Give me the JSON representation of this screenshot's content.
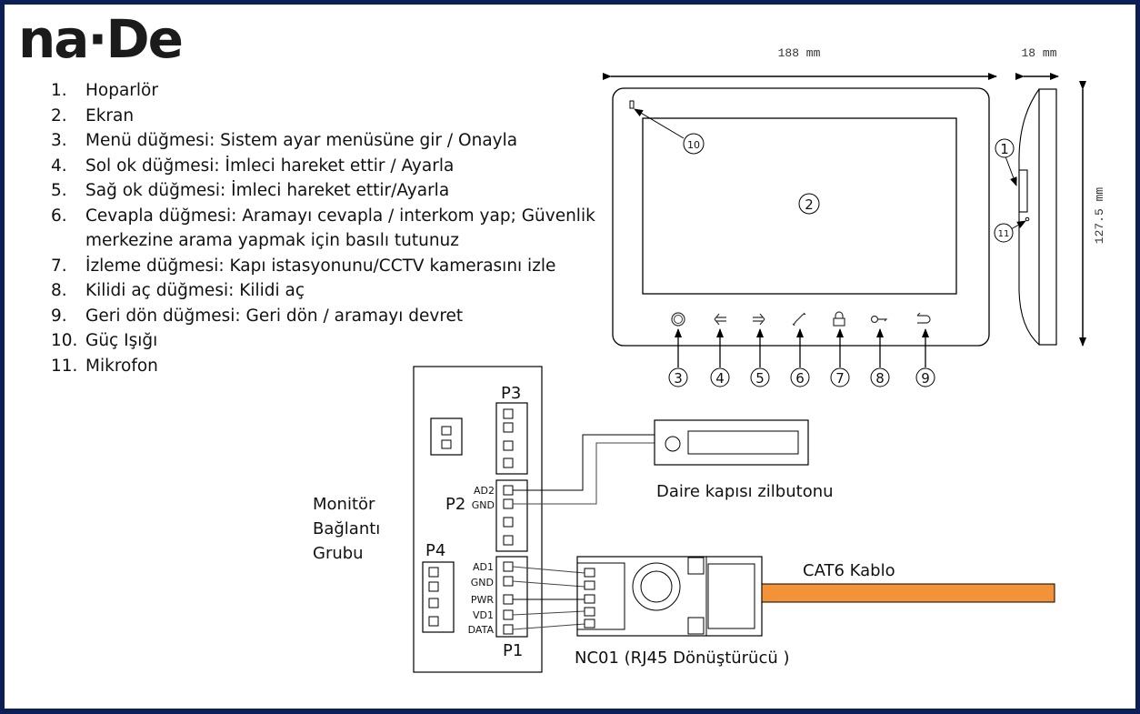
{
  "brand": {
    "logo_text": "na·De"
  },
  "features": [
    {
      "num": "1.",
      "text": "Hoparlör"
    },
    {
      "num": "2.",
      "text": "Ekran"
    },
    {
      "num": "3.",
      "text": "Menü düğmesi: Sistem ayar menüsüne gir / Onayla"
    },
    {
      "num": "4.",
      "text": "Sol ok düğmesi: İmleci hareket ettir / Ayarla"
    },
    {
      "num": "5.",
      "text": "Sağ ok düğmesi: İmleci hareket ettir/Ayarla"
    },
    {
      "num": "6.",
      "text": "Cevapla düğmesi: Aramayı cevapla / interkom yap; Güvenlik merkezine arama yapmak için basılı tutunuz"
    },
    {
      "num": "7.",
      "text": "İzleme düğmesi: Kapı istasyonunu/CCTV kamerasını izle"
    },
    {
      "num": "8.",
      "text": "Kilidi aç düğmesi: Kilidi aç"
    },
    {
      "num": "9.",
      "text": "Geri dön düğmesi: Geri dön / aramayı devret"
    },
    {
      "num": "10.",
      "text": "Güç Işığı"
    },
    {
      "num": "11.",
      "text": "Mikrofon"
    }
  ],
  "dimensions": {
    "width": "188 mm",
    "depth": "18 mm",
    "height": "127.5 mm"
  },
  "callouts": {
    "c1": "1",
    "c2": "2",
    "c3": "3",
    "c4": "4",
    "c5": "5",
    "c6": "6",
    "c7": "7",
    "c8": "8",
    "c9": "9",
    "c10": "10",
    "c11": "11"
  },
  "buttons_icons": [
    "gear-icon",
    "left-arrow-icon",
    "right-arrow-icon",
    "phone-icon",
    "lock-icon",
    "key-icon",
    "return-icon"
  ],
  "wiring": {
    "group_label": [
      "Monitör",
      "Bağlantı",
      "Grubu"
    ],
    "ports": {
      "p1": "P1",
      "p2": "P2",
      "p3": "P3",
      "p4": "P4"
    },
    "p2_pins": [
      "AD2",
      "GND"
    ],
    "p1_pins": [
      "AD1",
      "GND",
      "PWR",
      "VD1",
      "DATA"
    ],
    "doorbell_label": "Daire kapısı zilbutonu",
    "converter_label": "NC01 (RJ45 Dönüştürücü )",
    "cable_label": "CAT6 Kablo",
    "cable_color": "#f39237"
  },
  "frame_color": "#0c1e56"
}
